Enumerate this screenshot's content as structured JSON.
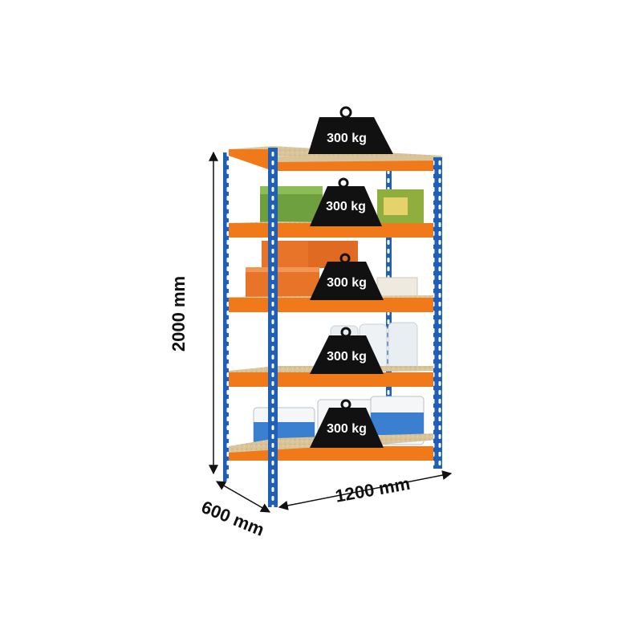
{
  "product": {
    "frame_color": "#1f5fb8",
    "beam_color": "#f07a1a",
    "shelf_color": "#d9c49a",
    "weight_color": "#111111",
    "shelf_loads": [
      "300 kg",
      "300 kg",
      "300 kg",
      "300 kg",
      "300 kg"
    ]
  },
  "dimensions": {
    "height": "2000 mm",
    "width": "1200 mm",
    "depth": "600 mm"
  }
}
